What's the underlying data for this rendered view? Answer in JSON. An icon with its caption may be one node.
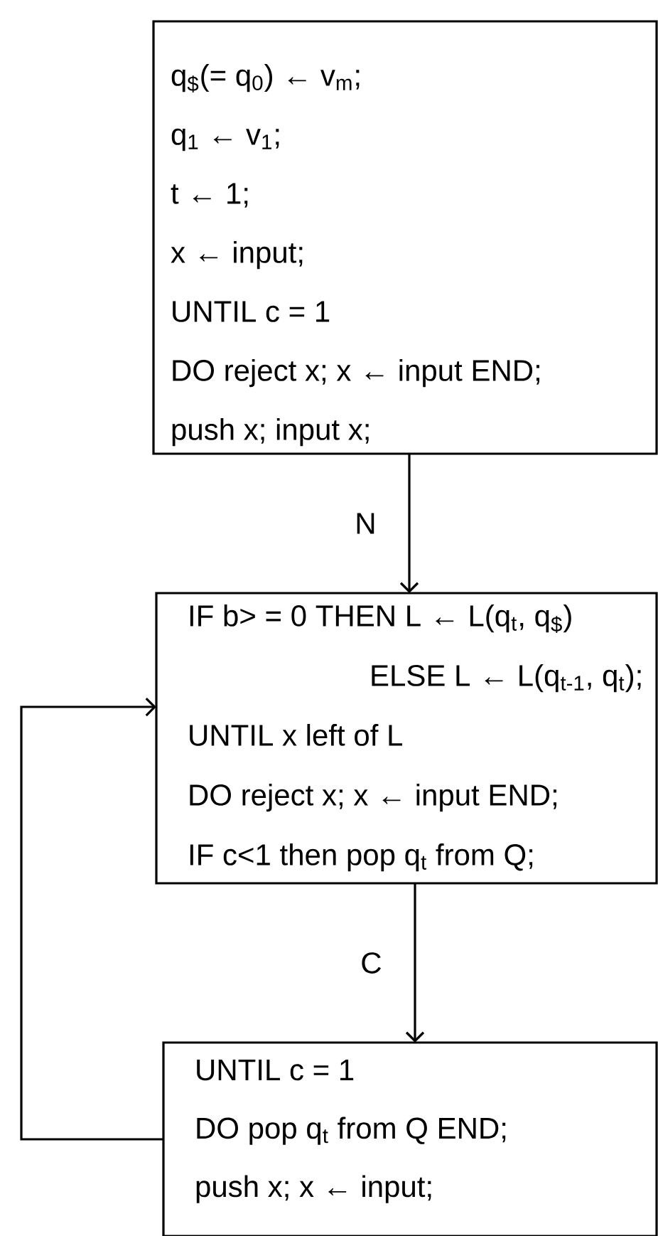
{
  "diagram": {
    "nodes": [
      {
        "text": [
          "q$_{$}$(= q$_{0}$) ← v$_{m}$;",
          "q$_{1}$ ← v$_{1}$;",
          "t ← 1;",
          "x ← input;",
          "UNTIL c = 1",
          "DO reject x; x ← input END;",
          "push x; input x;"
        ]
      },
      {
        "text": [
          "IF b> = 0 THEN  L ← L(q$_{t}$, q$_{$}$)",
          "ELSE  L ← L(q$_{t-1}$, q$_{t}$);",
          "UNTIL x left  of L",
          "DO reject x; x ← input END;",
          "IF c<1 then pop q$_{t}$ from Q;"
        ]
      },
      {
        "text": [
          "UNTIL c = 1",
          "DO  pop q$_{t}$  from Q  END;",
          "push x; x ← input;"
        ]
      }
    ],
    "edges": [
      {
        "from": 0,
        "to": 1,
        "arrow": "to",
        "label": "N"
      },
      {
        "from": 1,
        "to": 2,
        "arrow": "to",
        "label": "C"
      },
      {
        "from": 2,
        "to": 1,
        "arrow": "to"
      }
    ]
  }
}
